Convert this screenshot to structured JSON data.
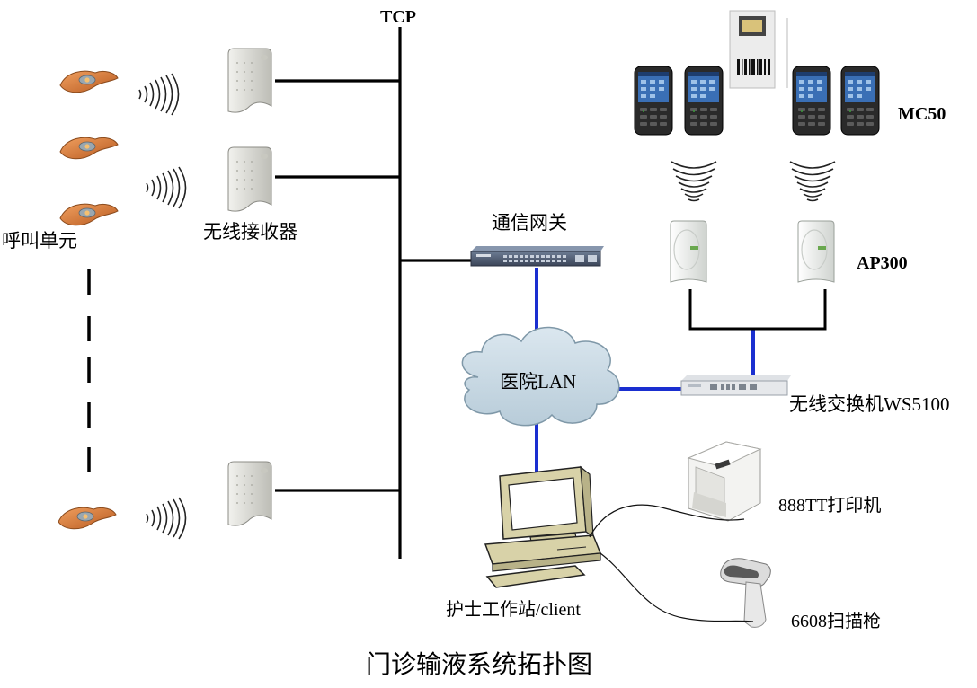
{
  "diagram": {
    "caption": "门诊输液系统拓扑图",
    "tcp_label": "TCP",
    "call_units_label": "呼叫单元",
    "receiver_label": "无线接收器",
    "gateway_label": "通信网关",
    "lan_label": "医院LAN",
    "mc50_label": "MC50",
    "ap300_label": "AP300",
    "switch_label": "无线交换机WS5100",
    "printer_label": "888TT打印机",
    "scanner_label": "6608扫描枪",
    "workstation_label": "护士工作站/client"
  },
  "colors": {
    "tcp_line": "#000000",
    "lan_line": "#1a2fd0",
    "cloud": "#c9d9e4",
    "call_unit": "#d9783a",
    "receiver": "#dcdcd6"
  },
  "icons": [
    "call-unit-icon",
    "wireless-signal-icon",
    "receiver-icon",
    "network-switch-icon",
    "cloud-icon",
    "handheld-terminal-icon",
    "access-point-icon",
    "wireless-switch-icon",
    "printer-icon",
    "barcode-scanner-icon",
    "workstation-computer-icon"
  ]
}
